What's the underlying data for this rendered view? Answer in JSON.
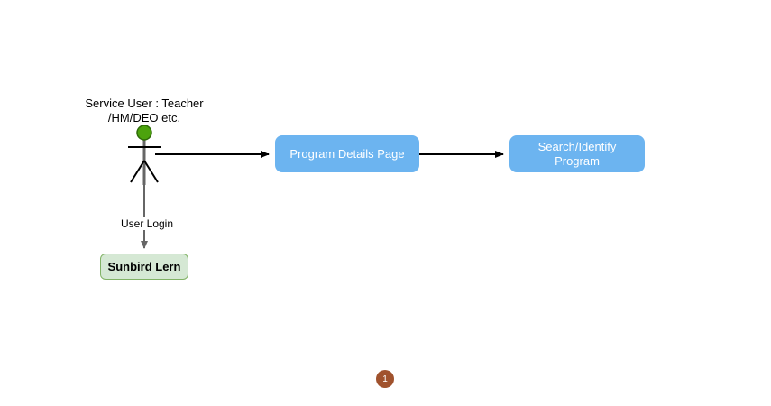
{
  "diagram": {
    "title_caption": "Service User : Teacher\n/HM/DEO etc.",
    "actor": {
      "name": "Service User : Teacher /HM/DEO etc.",
      "head_color": "#4CA30D",
      "body_color": "#666666",
      "limb_color": "#000000"
    },
    "nodes": [
      {
        "id": "program-details",
        "label": "Program Details Page",
        "fill": "#6CB4F0",
        "text_color": "#FFFFFF"
      },
      {
        "id": "search-identify",
        "label": "Search/Identify\nProgram",
        "fill": "#6CB4F0",
        "text_color": "#FFFFFF"
      },
      {
        "id": "sunbird-lern",
        "label": "Sunbird Lern",
        "fill": "#D5E8D4",
        "stroke": "#82B366",
        "text_color": "#000000"
      }
    ],
    "edges": [
      {
        "id": "actor-to-program-details",
        "label": "",
        "color": "#000000"
      },
      {
        "id": "program-details-to-search-identify",
        "label": "",
        "color": "#000000"
      },
      {
        "id": "actor-to-sunbird-lern",
        "label": "User Login",
        "color": "#666666"
      }
    ],
    "page_badge": {
      "number": "1",
      "color": "#A0522D"
    }
  }
}
